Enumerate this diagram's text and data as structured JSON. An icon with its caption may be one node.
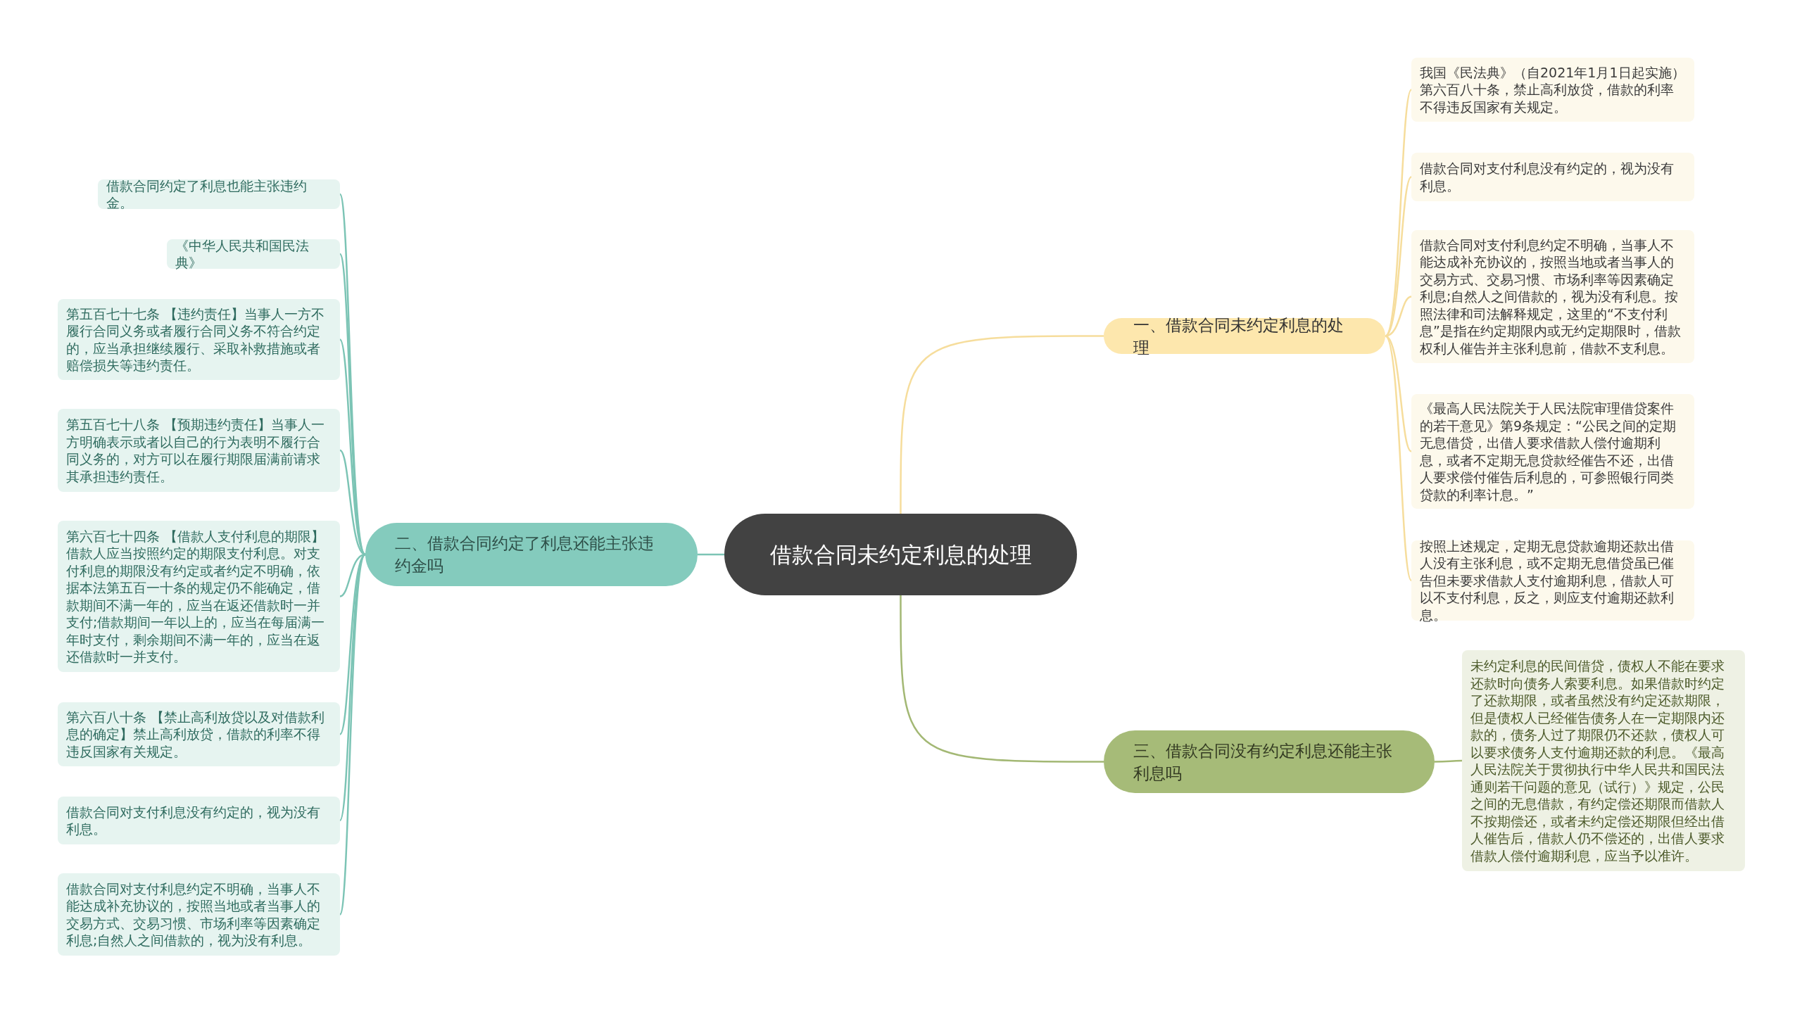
{
  "diagram": {
    "nodes": [
      {
        "text": [
          "借款合同未约定利息的处理"
        ]
      },
      {
        "text": [
          "一、借款合同未约定利息的处理"
        ]
      },
      {
        "text": [
          "我国《民法典》（自2021年1月1日起实施）第六百八十条，禁止高利放贷，借款的利率不得违反国家有关规定。"
        ]
      },
      {
        "text": [
          "借款合同对支付利息没有约定的，视为没有利息。"
        ]
      },
      {
        "text": [
          "借款合同对支付利息约定不明确，当事人不能达成补充协议的，按照当地或者当事人的交易方式、交易习惯、市场利率等因素确定利息;自然人之间借款的，视为没有利息。按照法律和司法解释规定，这里的“不支付利息”是指在约定期限内或无约定期限时，借款权利人催告并主张利息前，借款不支利息。"
        ]
      },
      {
        "text": [
          "《最高人民法院关于人民法院审理借贷案件的若干意见》第9条规定：“公民之间的定期无息借贷，出借人要求借款人偿付逾期利息，或者不定期无息贷款经催告不还，出借人要求偿付催告后利息的，可参照银行同类贷款的利率计息。”"
        ]
      },
      {
        "text": [
          "按照上述规定，定期无息贷款逾期还款出借人没有主张利息，或不定期无息借贷虽已催告但未要求借款人支付逾期利息，借款人可以不支付利息，反之，则应支付逾期还款利息。"
        ]
      },
      {
        "text": [
          "二、借款合同约定了利息还能主张违约金吗"
        ]
      },
      {
        "text": [
          "借款合同约定了利息也能主张违约金。"
        ]
      },
      {
        "text": [
          "《中华人民共和国民法典》"
        ]
      },
      {
        "text": [
          "第五百七十七条 【违约责任】当事人一方不履行合同义务或者履行合同义务不符合约定的，应当承担继续履行、采取补救措施或者赔偿损失等违约责任。"
        ]
      },
      {
        "text": [
          "第五百七十八条 【预期违约责任】当事人一方明确表示或者以自己的行为表明不履行合同义务的，对方可以在履行期限届满前请求其承担违约责任。"
        ]
      },
      {
        "text": [
          "第六百七十四条 【借款人支付利息的期限】借款人应当按照约定的期限支付利息。对支付利息的期限没有约定或者约定不明确，依据本法第五百一十条的规定仍不能确定，借款期间不满一年的，应当在返还借款时一并支付;借款期间一年以上的，应当在每届满一年时支付，剩余期间不满一年的，应当在返还借款时一并支付。"
        ]
      },
      {
        "text": [
          "第六百八十条 【禁止高利放贷以及对借款利息的确定】禁止高利放贷，借款的利率不得违反国家有关规定。"
        ]
      },
      {
        "text": [
          "借款合同对支付利息没有约定的，视为没有利息。"
        ]
      },
      {
        "text": [
          "借款合同对支付利息约定不明确，当事人不能达成补充协议的，按照当地或者当事人的交易方式、交易习惯、市场利率等因素确定利息;自然人之间借款的，视为没有利息。"
        ]
      },
      {
        "text": [
          "三、借款合同没有约定利息还能主张利息吗"
        ]
      },
      {
        "text": [
          "未约定利息的民间借贷，债权人不能在要求还款时向债务人索要利息。如果借款时约定了还款期限，或者虽然没有约定还款期限，但是债权人已经催告债务人在一定期限内还款的，债务人过了期限仍不还款，债权人可以要求债务人支付逾期还款的利息。《最高人民法院关于贯彻执行中华人民共和国民法通则若干问题的意见（试行）》规定，公民之间的无息借款，有约定偿还期限而借款人不按期偿还，或者未约定偿还期限但经出借人催告后，借款人仍不偿还的，出借人要求借款人偿付逾期利息，应当予以准许。"
        ]
      }
    ],
    "edges": [
      {
        "from": 0,
        "to": 1,
        "arrow": "none",
        "color": "#f6dd9c"
      },
      {
        "from": 1,
        "to": 2,
        "arrow": "none",
        "color": "#f6dd9c"
      },
      {
        "from": 1,
        "to": 3,
        "arrow": "none",
        "color": "#f6dd9c"
      },
      {
        "from": 1,
        "to": 4,
        "arrow": "none",
        "color": "#f6dd9c"
      },
      {
        "from": 1,
        "to": 5,
        "arrow": "none",
        "color": "#f6dd9c"
      },
      {
        "from": 1,
        "to": 6,
        "arrow": "none",
        "color": "#f6dd9c"
      },
      {
        "from": 0,
        "to": 7,
        "arrow": "none"
      },
      {
        "from": 7,
        "to": 8,
        "arrow": "none"
      },
      {
        "from": 7,
        "to": 9,
        "arrow": "none"
      },
      {
        "from": 7,
        "to": 10,
        "arrow": "none"
      },
      {
        "from": 7,
        "to": 11,
        "arrow": "none"
      },
      {
        "from": 7,
        "to": 12,
        "arrow": "none"
      },
      {
        "from": 7,
        "to": 13,
        "arrow": "none"
      },
      {
        "from": 7,
        "to": 14,
        "arrow": "none"
      },
      {
        "from": 7,
        "to": 15,
        "arrow": "none"
      },
      {
        "from": 0,
        "to": 16,
        "arrow": "none",
        "color": "#a3b874"
      },
      {
        "from": 16,
        "to": 17,
        "arrow": "none",
        "color": "#a3b874"
      }
    ]
  }
}
